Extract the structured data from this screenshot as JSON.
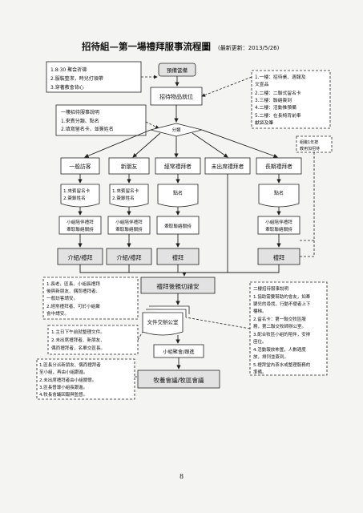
{
  "title": "招待組—第一場禮拜服事流程圖",
  "subtitle": "(最新更新：2013/5/26)",
  "page_number": "8",
  "top_left_note": [
    "1.8:30 聚会祈禱",
    "2.服裝整潔，時兒打領帶",
    "3.穿著教會背心"
  ],
  "start": "預備當備",
  "station": "招待物品就位",
  "top_right_note": [
    "1.一樓：招待桌、週報及",
    "文宣品",
    "2.二樓：二聯式留名卡",
    "3.三樓：聯絡簽到",
    "4.二樓：活動推預備",
    "5.二樓：在長椅背前奉",
    "獻袋及筆"
  ],
  "visitor_note": [
    "一樓招待服事說明",
    "1.來賓分類、點名",
    "2.填寫留名卡、並簽姓名"
  ],
  "decision": "分類",
  "side_note_right": [
    "組繼1年按",
    "教用加招待"
  ],
  "columns": [
    {
      "label": "一般訪客",
      "card": [
        "1.來賓留名卡",
        "2.簽錄姓名"
      ],
      "follow": [
        "小組陪伴禮拜",
        "牽取聯絡關詩"
      ],
      "result": "介紹/禮拜"
    },
    {
      "label": "新朋友",
      "card": [
        "1.來賓留名卡",
        "2.簽錄姓名"
      ],
      "follow": [
        "小組陪伴禮拜",
        "牽取聯絡關詩"
      ],
      "result": "介紹/禮拜"
    },
    {
      "label": "經常禮拜者",
      "card": [
        "點名"
      ],
      "follow": [
        "牽取聯絡關詩"
      ],
      "result": "禮拜"
    },
    {
      "label": "未出席禮拜者",
      "card": [],
      "follow": [],
      "result": ""
    },
    {
      "label": "長期禮拜者",
      "card": [
        "點名"
      ],
      "follow": [
        "小組陪伴禮拜",
        "牽取聯絡關詩"
      ],
      "result": "禮拜"
    }
  ],
  "after_service": "禮拜後親切請安",
  "left_note_1": [
    "1.長老、區長、小組長禮拜",
    "後與新朋友、偶而禮拜者、",
    "一般訪客請安。",
    "2.經常禮拜者、可於小組聚",
    "會中請安。"
  ],
  "left_note_2": [
    "1.主日下午前就整理文件。",
    "2.未出席禮拜者、新朋友、",
    "偶而禮拜者，名單交區長。"
  ],
  "documents": "文件交辦公室",
  "group_follow": "小組聚會/跟進",
  "left_note_3": [
    "1.區長分派新朋友、偶而禮拜者",
    "至小組，再由小組跟進。",
    "2.未出席禮拜者由小組關懷。",
    "3.區長督導小組長跟進。",
    "4.牧長會議回報與監督。"
  ],
  "final": "牧養會議/牧區會議",
  "right_note": [
    "二樓招待服事說明",
    "1.協助需要幫助的會友，如牽",
    "嬰兒的尋找，行動不便者上下",
    "樓梯。",
    "2.留名卡：第一聯交牧區服",
    "務，第二聯交牧師辦公室。",
    "3.配合牧區小組的陪伴，安排",
    "座位。",
    "4.活動報放佈置，人數適度",
    "放，排列並簽到。",
    "5.禮拜堂內茶水或整理服務的",
    "準備。"
  ]
}
